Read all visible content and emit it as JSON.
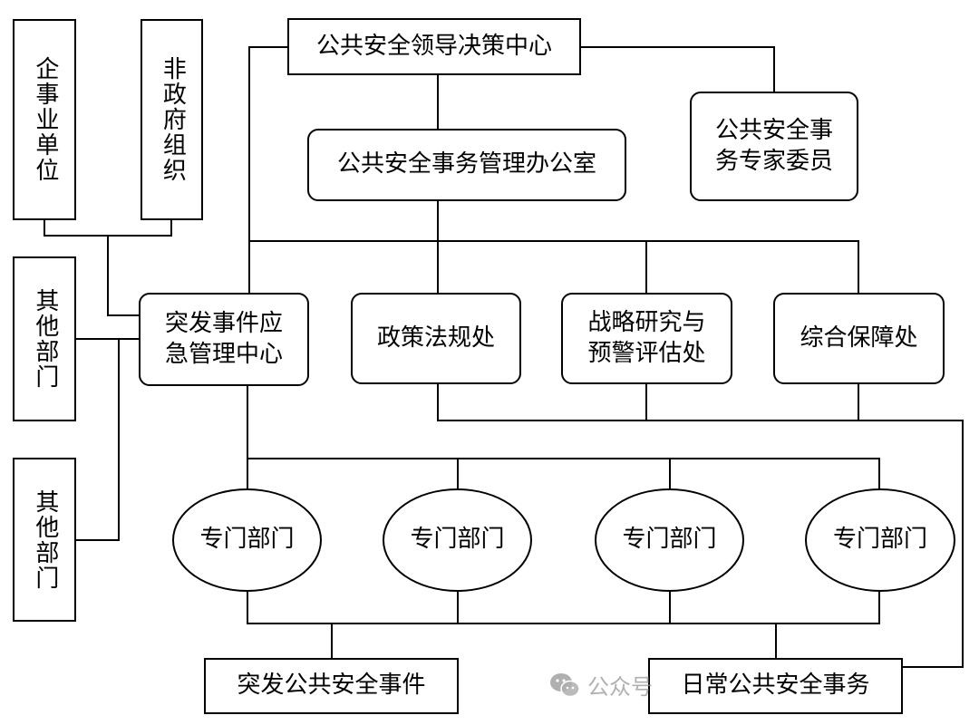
{
  "nodes": {
    "leader": "公共安全领导决策中心",
    "office": "公共安全事务管理办公室",
    "expert": "公共安全事\n务专家委员",
    "enterprise": "企事业单位",
    "ngo": "非政府组织",
    "other1": "其他部门",
    "other2": "其他部门",
    "emergency": "突发事件应\n急管理中心",
    "policy": "政策法规处",
    "strategy": "战略研究与\n预警评估处",
    "support": "综合保障处",
    "dept1": "专门部门",
    "dept2": "专门部门",
    "dept3": "专门部门",
    "dept4": "专门部门",
    "sudden": "突发公共安全事件",
    "daily": "日常公共安全事务"
  },
  "watermark": {
    "text": "公众号",
    "icon": "wechat-icon"
  }
}
